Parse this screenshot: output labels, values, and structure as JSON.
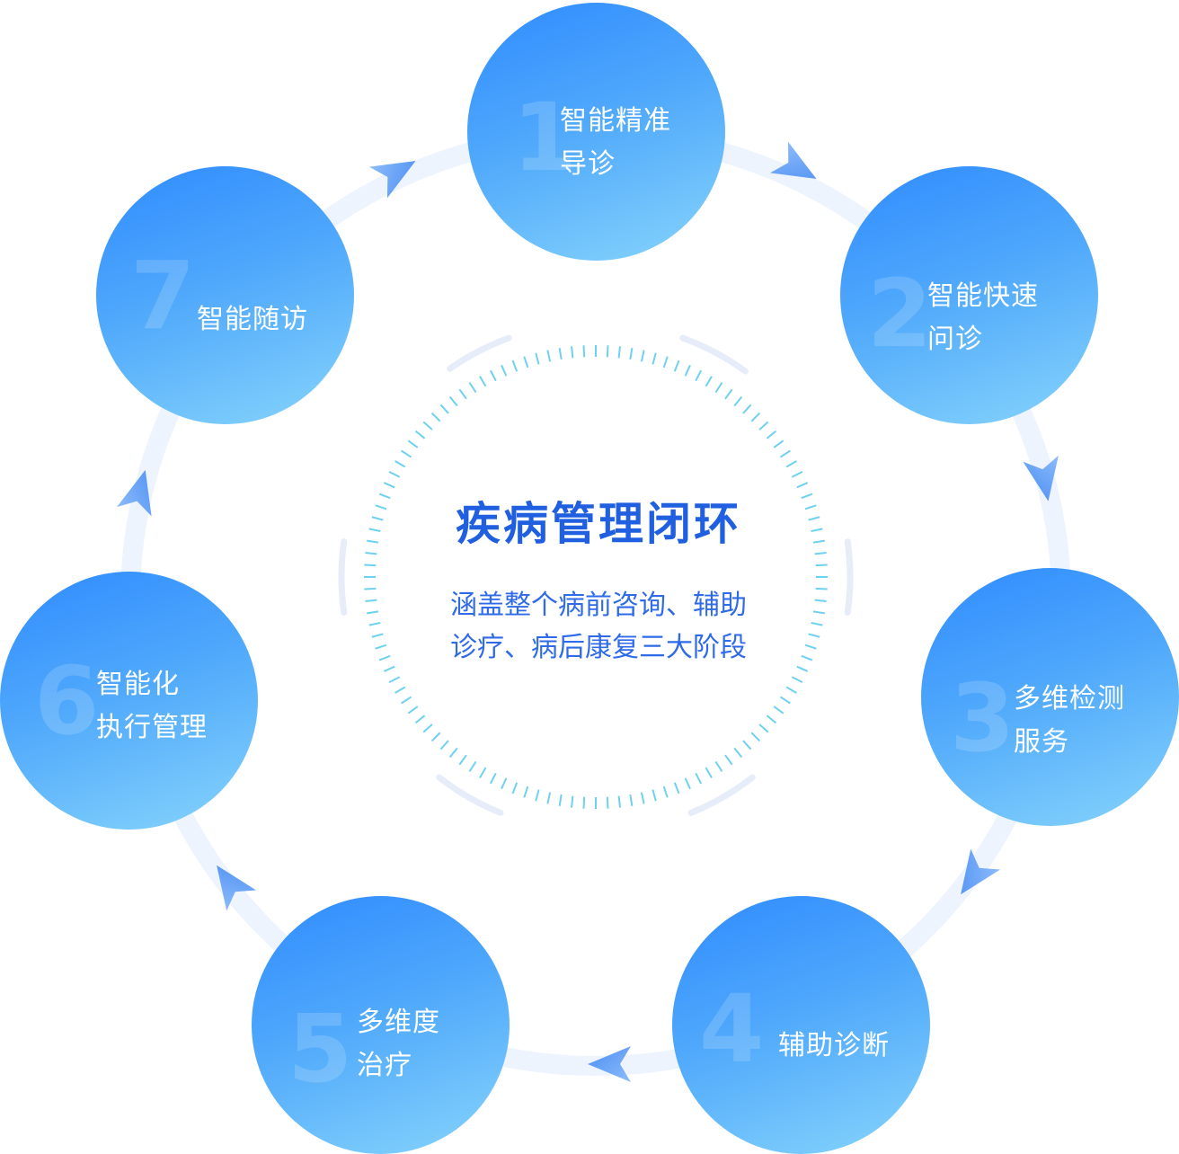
{
  "center": {
    "title": "疾病管理闭环",
    "description": "涵盖整个病前咨询、辅助\n诊疗、病后康复三大阶段"
  },
  "steps": [
    {
      "number": "1",
      "label": "智能精准\n导诊"
    },
    {
      "number": "2",
      "label": "智能快速\n问诊"
    },
    {
      "number": "3",
      "label": "多维检测\n服务"
    },
    {
      "number": "4",
      "label": "辅助诊断"
    },
    {
      "number": "5",
      "label": "多维度\n治疗"
    },
    {
      "number": "6",
      "label": "智能化\n执行管理"
    },
    {
      "number": "7",
      "label": "智能随访"
    }
  ],
  "colors": {
    "ring": "#eef4fd",
    "arrow": "#5c9cf5",
    "tick": "#6fd1f0",
    "accent_title": "#1f5fe0",
    "accent_text": "#2f6be8"
  }
}
